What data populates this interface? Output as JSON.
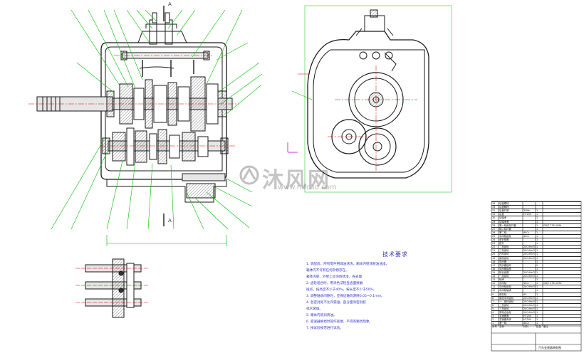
{
  "section_labels": {
    "top_a": "A",
    "bottom_a": "A"
  },
  "technical_notes": {
    "title": "技术要求",
    "items": [
      "1. 装配前，所有零件用煤油清洗，箱体内壁涂耐油油漆。",
      "   箱体内不许有任何杂物存在。",
      "   箱体内腔、外壁上应涂防锈漆，各表面",
      "2. 齿轮啮合时，用涂色法检查齿面接触",
      "   斑点，按高度不少于40%，按长度不少于50%。",
      "3. 调整轴承间隙时，应保证轴向游隙0.05~0.1mm。",
      "4. 各密封处不允许漏油，剖分面涂密封胶",
      "   或水玻璃。",
      "5. 箱体内装润滑油。",
      "6. 变速器换挡时操作轻便，不得有跳挡现象。",
      "7. 按试验规范进行试验。"
    ]
  },
  "watermark": {
    "brand": "沐风网",
    "url": "www.mfcad.com"
  },
  "title_block": {
    "drawing_title": "汽车变速器装配图"
  },
  "bom": {
    "rows": [
      [
        "34",
        "后盖螺栓",
        "",
        "",
        ""
      ],
      [
        "33",
        "后盖螺栓",
        "",
        "",
        ""
      ],
      [
        "32",
        "后盖衬垫",
        "35Mn",
        "1",
        ""
      ],
      [
        "31",
        "后盖",
        "HT200",
        "1",
        ""
      ],
      [
        "30",
        "后轴承",
        "",
        "1",
        ""
      ],
      [
        "29",
        "后轴承盖",
        "",
        "1",
        ""
      ],
      [
        "28",
        "第一轴齿轮衬套",
        "",
        "1",
        "GB/T 276-1994"
      ],
      [
        "27",
        "输入轴衬套",
        "",
        "1",
        ""
      ],
      [
        "26",
        "第二轴",
        "40Cr",
        "1",
        ""
      ],
      [
        "25",
        "中间轴齿轮",
        "40Cr",
        "1",
        ""
      ],
      [
        "24",
        "密封垫圈",
        "",
        "1",
        ""
      ],
      [
        "23",
        "拨叉",
        "",
        "1",
        ""
      ],
      [
        "22",
        "二挡齿轮",
        "20CrMnTi",
        "1",
        ""
      ],
      [
        "21",
        "三挡齿轮",
        "20CrMnTi",
        "1",
        ""
      ],
      [
        "20",
        "四挡齿轮",
        "20CrMnTi",
        "1",
        ""
      ],
      [
        "19",
        "倒挡齿轮",
        "20CrMnTi",
        "1",
        ""
      ],
      [
        "18",
        "同步器",
        "",
        "1",
        ""
      ],
      [
        "17",
        "同步器锁环",
        "",
        "2",
        ""
      ],
      [
        "16",
        "同步器齿座",
        "",
        "1",
        ""
      ],
      [
        "15",
        "接合齿圈",
        "20CrMnTi",
        "1",
        ""
      ],
      [
        "14",
        "一挡齿轮",
        "20CrMnTi",
        "1",
        ""
      ],
      [
        "13",
        "轴承",
        "",
        "1",
        ""
      ],
      [
        "12",
        "中间轴",
        "40Cr",
        "1",
        "GB/T 276-1994"
      ],
      [
        "11",
        "中间轴齿轮",
        "20CrMnTi",
        "1",
        ""
      ],
      [
        "10",
        "中间轴轴承",
        "",
        "1",
        ""
      ],
      [
        "9",
        "倒挡轴",
        "45",
        "1",
        ""
      ],
      [
        "8",
        "倒挡中间齿轮",
        "20CrMnTi",
        "1",
        ""
      ],
      [
        "7",
        "一、倒挡齿轮",
        "20CrMnTi",
        "1",
        ""
      ],
      [
        "6",
        "二挡齿轮",
        "20CrMnTi",
        "1",
        ""
      ],
      [
        "5",
        "三挡齿轮",
        "20CrMnTi",
        "1",
        ""
      ],
      [
        "4",
        "常啮合齿轮",
        "20CrMnTi",
        "1",
        ""
      ],
      [
        "3",
        "变速器盖",
        "HT200",
        "1",
        ""
      ],
      [
        "2",
        "变速器壳体",
        "HT200",
        "1",
        ""
      ],
      [
        "1",
        "第一轴",
        "40Cr",
        "1",
        ""
      ]
    ],
    "header": [
      "序号",
      "名称",
      "材料",
      "数量",
      "备注"
    ]
  },
  "colors": {
    "line": "#1a1a1a",
    "leader": "#00bb00",
    "center": "#dd0000",
    "shaft_fill": "#e6e6e6",
    "annotation": "#3333cc"
  }
}
